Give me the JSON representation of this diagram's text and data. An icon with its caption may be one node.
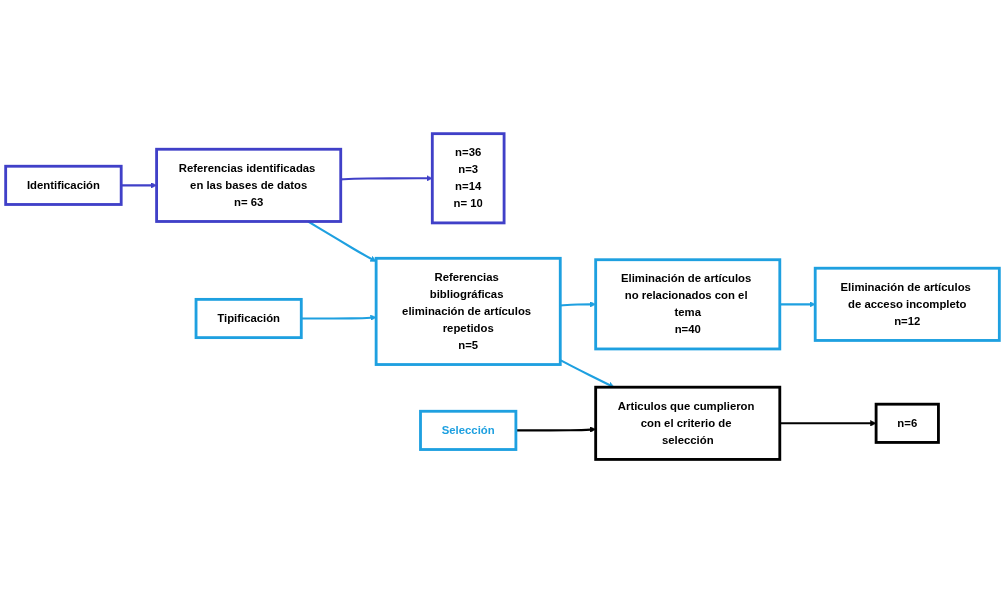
{
  "diagram": {
    "nodes": [
      {
        "text": [
          "Identificación"
        ]
      },
      {
        "text": [
          "Referencias identificadas en las bases de datos",
          "n= 63"
        ]
      },
      {
        "text": [
          "n=36",
          "n=3",
          "n=14",
          "n= 10"
        ]
      },
      {
        "text": [
          "Tipificación"
        ]
      },
      {
        "text": [
          "Referencias bibliográficas eliminación de artículos repetidos",
          "n=5"
        ]
      },
      {
        "text": [
          "Eliminación de artículos no relacionados con el tema",
          "n=40"
        ]
      },
      {
        "text": [
          "Eliminación de artículos de acceso incompleto",
          "n=12"
        ]
      },
      {
        "text": [
          "Selección"
        ]
      },
      {
        "text": [
          "Articulos que cumplieron con el criterio de selección"
        ]
      },
      {
        "text": [
          "n=6"
        ]
      }
    ],
    "edges": [
      {
        "from": 0,
        "to": 1,
        "arrow": "to",
        "color": "#4040c8"
      },
      {
        "from": 1,
        "to": 2,
        "arrow": "to",
        "color": "#4040c8"
      },
      {
        "from": 1,
        "to": 4,
        "arrow": "to"
      },
      {
        "from": 3,
        "to": 4,
        "arrow": "to"
      },
      {
        "from": 4,
        "to": 5,
        "arrow": "to"
      },
      {
        "from": 5,
        "to": 6,
        "arrow": "to"
      },
      {
        "from": 4,
        "to": 8,
        "arrow": "to"
      },
      {
        "from": 7,
        "to": 8,
        "arrow": "to",
        "color": "#000000"
      },
      {
        "from": 8,
        "to": 9,
        "arrow": "to",
        "color": "#000000"
      }
    ]
  }
}
